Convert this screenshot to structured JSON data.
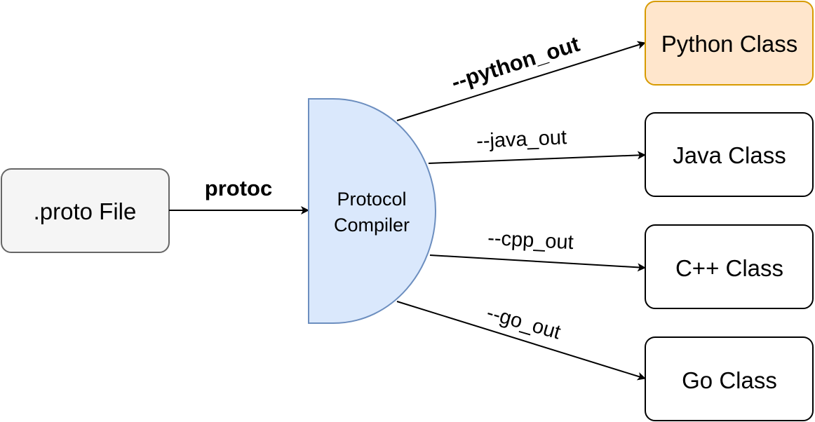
{
  "diagram": {
    "input": {
      "label": ".proto File"
    },
    "compiler": {
      "line1": "Protocol",
      "line2": "Compiler"
    },
    "edges": {
      "protoc": "protoc",
      "python": "--python_out",
      "java": "--java_out",
      "cpp": "--cpp_out",
      "go": "--go_out"
    },
    "outputs": {
      "python": "Python Class",
      "java": "Java Class",
      "cpp": "C++ Class",
      "go": "Go Class"
    },
    "colors": {
      "input_fill": "#f5f5f5",
      "input_stroke": "#666666",
      "compiler_fill": "#dae8fc",
      "compiler_stroke": "#6c8ebf",
      "python_fill": "#ffe6cc",
      "python_stroke": "#d79b00",
      "box_fill": "#ffffff",
      "box_stroke": "#000000"
    }
  }
}
